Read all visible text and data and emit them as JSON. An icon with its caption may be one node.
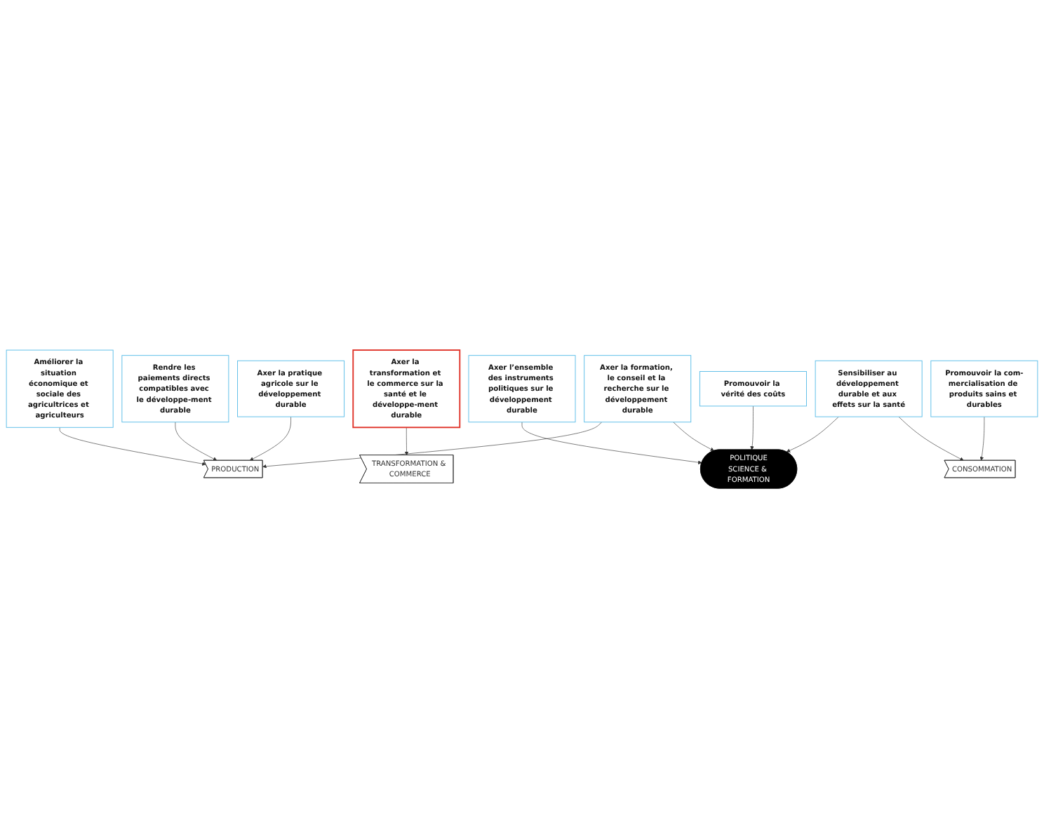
{
  "diagram": {
    "nodes": [
      {
        "text": [
          "Rendre les paiements directs compatibles avec le développe-ment durable"
        ]
      },
      {
        "text": [
          "Axer la transformation et le commerce sur la santé et le développe-ment durable"
        ]
      },
      {
        "text": [
          "Améliorer la situation économique et sociale des agricultrices et agriculteurs"
        ]
      },
      {
        "text": [
          "Axer l’ensemble des instruments politiques sur le développement durable"
        ]
      },
      {
        "text": [
          "Promouvoir la vérité des coûts"
        ]
      },
      {
        "text": [
          "POLITIQUE",
          "SCIENCE & FORMATION"
        ]
      },
      {
        "text": [
          "PRODUCTION"
        ]
      },
      {
        "text": [
          "TRANSFORMATION & COMMERCE"
        ]
      },
      {
        "text": [
          "CONSOMMATION"
        ]
      },
      {
        "text": [
          "Axer la formation, le conseil et la recherche sur le développement durable"
        ]
      },
      {
        "text": [
          "Promouvoir la com-mercialisation de produits sains et durables"
        ]
      },
      {
        "text": [
          "Axer la pratique agricole sur le développement durable"
        ]
      },
      {
        "text": [
          "Sensibiliser au développement durable et aux effets sur la santé"
        ]
      }
    ],
    "edges": [
      {
        "from": 2,
        "to": 6,
        "arrow": "to"
      },
      {
        "from": 0,
        "to": 6,
        "arrow": "to"
      },
      {
        "from": 3,
        "to": 5,
        "arrow": "to"
      },
      {
        "from": 1,
        "to": 7,
        "arrow": "to"
      },
      {
        "from": 4,
        "to": 5,
        "arrow": "to"
      },
      {
        "from": 11,
        "to": 6,
        "arrow": "to"
      },
      {
        "from": 9,
        "to": 6,
        "arrow": "to"
      },
      {
        "from": 9,
        "to": 5,
        "arrow": "to"
      },
      {
        "from": 12,
        "to": 5,
        "arrow": "to"
      },
      {
        "from": 12,
        "to": 8,
        "arrow": "to"
      },
      {
        "from": 10,
        "to": 8,
        "arrow": "to"
      }
    ]
  }
}
